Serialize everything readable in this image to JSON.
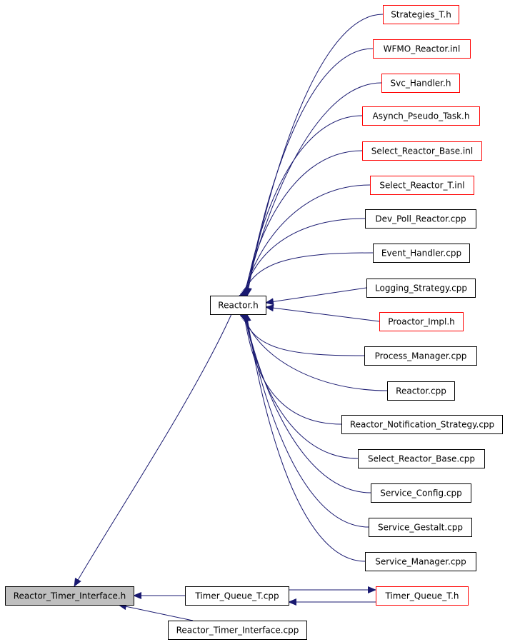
{
  "colors": {
    "edge": "#191970",
    "normal_border": "#000000",
    "truncated_border": "#ff0000",
    "current_fill": "#bfbfbf",
    "fill": "#ffffff"
  },
  "nodes": [
    {
      "id": "reactor_timer_interface_h",
      "label": "Reactor_Timer_Interface.h",
      "style": "current"
    },
    {
      "id": "reactor_h",
      "label": "Reactor.h",
      "style": "normal"
    },
    {
      "id": "strategies_t_h",
      "label": "Strategies_T.h",
      "style": "truncated"
    },
    {
      "id": "wfmo_reactor_inl",
      "label": "WFMO_Reactor.inl",
      "style": "truncated"
    },
    {
      "id": "svc_handler_h",
      "label": "Svc_Handler.h",
      "style": "truncated"
    },
    {
      "id": "asynch_pseudo_task_h",
      "label": "Asynch_Pseudo_Task.h",
      "style": "truncated"
    },
    {
      "id": "select_reactor_base_inl",
      "label": "Select_Reactor_Base.inl",
      "style": "truncated"
    },
    {
      "id": "select_reactor_t_inl",
      "label": "Select_Reactor_T.inl",
      "style": "truncated"
    },
    {
      "id": "dev_poll_reactor_cpp",
      "label": "Dev_Poll_Reactor.cpp",
      "style": "normal"
    },
    {
      "id": "event_handler_cpp",
      "label": "Event_Handler.cpp",
      "style": "normal"
    },
    {
      "id": "logging_strategy_cpp",
      "label": "Logging_Strategy.cpp",
      "style": "normal"
    },
    {
      "id": "proactor_impl_h",
      "label": "Proactor_Impl.h",
      "style": "truncated"
    },
    {
      "id": "process_manager_cpp",
      "label": "Process_Manager.cpp",
      "style": "normal"
    },
    {
      "id": "reactor_cpp",
      "label": "Reactor.cpp",
      "style": "normal"
    },
    {
      "id": "reactor_notification_strategy_cpp",
      "label": "Reactor_Notification_Strategy.cpp",
      "style": "normal"
    },
    {
      "id": "select_reactor_base_cpp",
      "label": "Select_Reactor_Base.cpp",
      "style": "normal"
    },
    {
      "id": "service_config_cpp",
      "label": "Service_Config.cpp",
      "style": "normal"
    },
    {
      "id": "service_gestalt_cpp",
      "label": "Service_Gestalt.cpp",
      "style": "normal"
    },
    {
      "id": "service_manager_cpp",
      "label": "Service_Manager.cpp",
      "style": "normal"
    },
    {
      "id": "timer_queue_t_cpp",
      "label": "Timer_Queue_T.cpp",
      "style": "normal"
    },
    {
      "id": "timer_queue_t_h",
      "label": "Timer_Queue_T.h",
      "style": "truncated"
    },
    {
      "id": "reactor_timer_interface_cpp",
      "label": "Reactor_Timer_Interface.cpp",
      "style": "normal"
    }
  ],
  "edges": [
    {
      "from": "reactor_h",
      "to": "reactor_timer_interface_h"
    },
    {
      "from": "timer_queue_t_cpp",
      "to": "reactor_timer_interface_h"
    },
    {
      "from": "reactor_timer_interface_cpp",
      "to": "reactor_timer_interface_h"
    },
    {
      "from": "strategies_t_h",
      "to": "reactor_h"
    },
    {
      "from": "wfmo_reactor_inl",
      "to": "reactor_h"
    },
    {
      "from": "svc_handler_h",
      "to": "reactor_h"
    },
    {
      "from": "asynch_pseudo_task_h",
      "to": "reactor_h"
    },
    {
      "from": "select_reactor_base_inl",
      "to": "reactor_h"
    },
    {
      "from": "select_reactor_t_inl",
      "to": "reactor_h"
    },
    {
      "from": "dev_poll_reactor_cpp",
      "to": "reactor_h"
    },
    {
      "from": "event_handler_cpp",
      "to": "reactor_h"
    },
    {
      "from": "logging_strategy_cpp",
      "to": "reactor_h"
    },
    {
      "from": "proactor_impl_h",
      "to": "reactor_h"
    },
    {
      "from": "process_manager_cpp",
      "to": "reactor_h"
    },
    {
      "from": "reactor_cpp",
      "to": "reactor_h"
    },
    {
      "from": "reactor_notification_strategy_cpp",
      "to": "reactor_h"
    },
    {
      "from": "select_reactor_base_cpp",
      "to": "reactor_h"
    },
    {
      "from": "service_config_cpp",
      "to": "reactor_h"
    },
    {
      "from": "service_gestalt_cpp",
      "to": "reactor_h"
    },
    {
      "from": "service_manager_cpp",
      "to": "reactor_h"
    },
    {
      "from": "timer_queue_t_cpp",
      "to": "timer_queue_t_h"
    },
    {
      "from": "timer_queue_t_h",
      "to": "timer_queue_t_cpp"
    }
  ]
}
